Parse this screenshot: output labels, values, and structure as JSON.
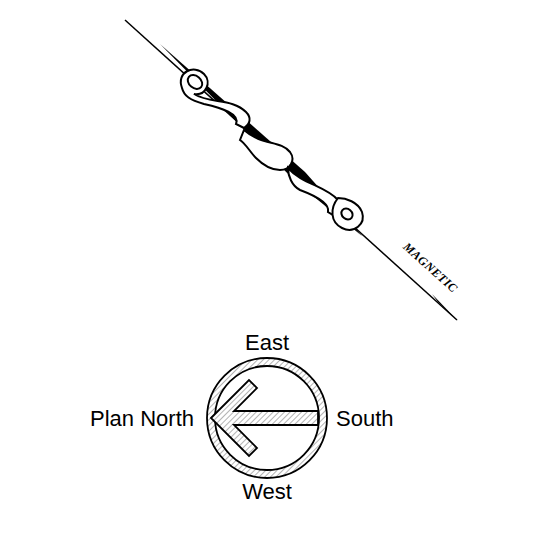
{
  "diagram": {
    "labels": [
      "MAGNETIC",
      "East",
      "Plan North",
      "South",
      "West"
    ]
  }
}
